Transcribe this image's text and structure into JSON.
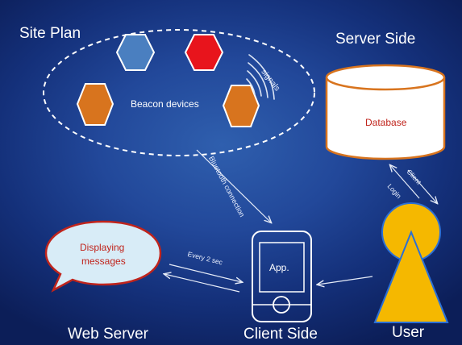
{
  "sections": {
    "site_plan": "Site Plan",
    "server_side": "Server Side",
    "web_server": "Web Server",
    "client_side": "Client Side",
    "user": "User"
  },
  "labels": {
    "signals": "signals",
    "beacon_devices": "Beacon devices",
    "database": "Database",
    "bluetooth_connection": "Bluetooth connection",
    "client": "Client",
    "login": "Login",
    "displaying_line1": "Displaying",
    "displaying_line2": "messages",
    "every_2_sec": "Every 2 sec",
    "app": "App."
  },
  "colors": {
    "background_center": "#2f5fae",
    "background_edge": "#0c1e58",
    "beacon_blue": "#4a7fc0",
    "beacon_red": "#e8141c",
    "beacon_orange": "#d8741e",
    "database_fill": "#ffffff",
    "database_stroke": "#d8741e",
    "user_fill": "#f5b800",
    "user_stroke": "#2a6fd6",
    "bubble_fill": "#d8ecf7",
    "bubble_stroke": "#c0241c",
    "label_red": "#c0241c"
  },
  "icons": {
    "beacons": [
      "hexagon",
      "hexagon",
      "hexagon",
      "hexagon"
    ],
    "signal": "wifi-arcs",
    "database": "cylinder",
    "user": "person-figure",
    "app": "phone",
    "messages": "speech-bubble"
  }
}
